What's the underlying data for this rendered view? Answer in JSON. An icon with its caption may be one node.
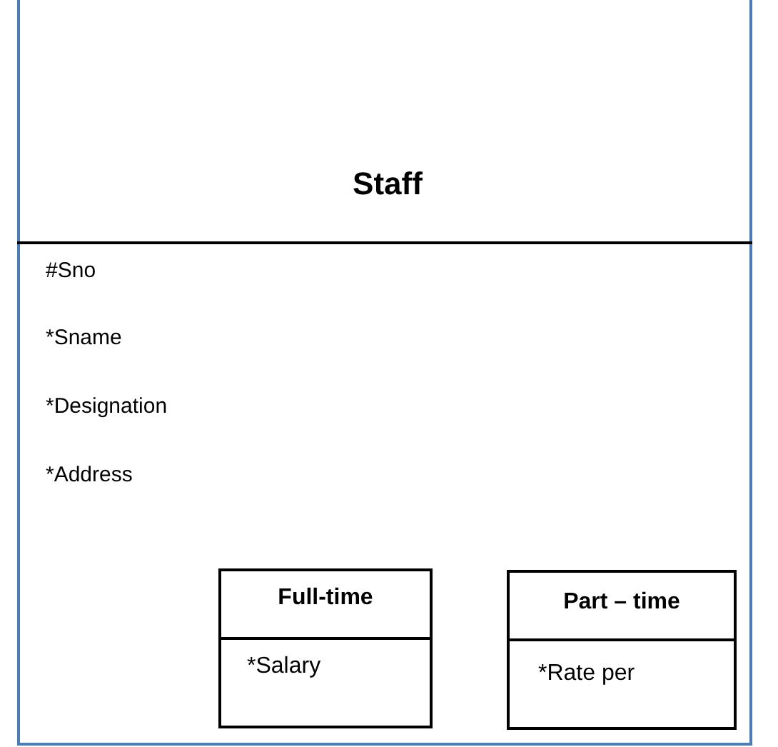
{
  "diagram": {
    "nodes": [
      {
        "text": [
          "Staff",
          "#Sno",
          "*Sname",
          "*Designation",
          "*Address"
        ]
      },
      {
        "text": [
          "Full-time",
          "*Salary"
        ],
        "in": 0
      },
      {
        "text": [
          "Part – time",
          "*Rate per"
        ],
        "in": 0
      }
    ]
  }
}
